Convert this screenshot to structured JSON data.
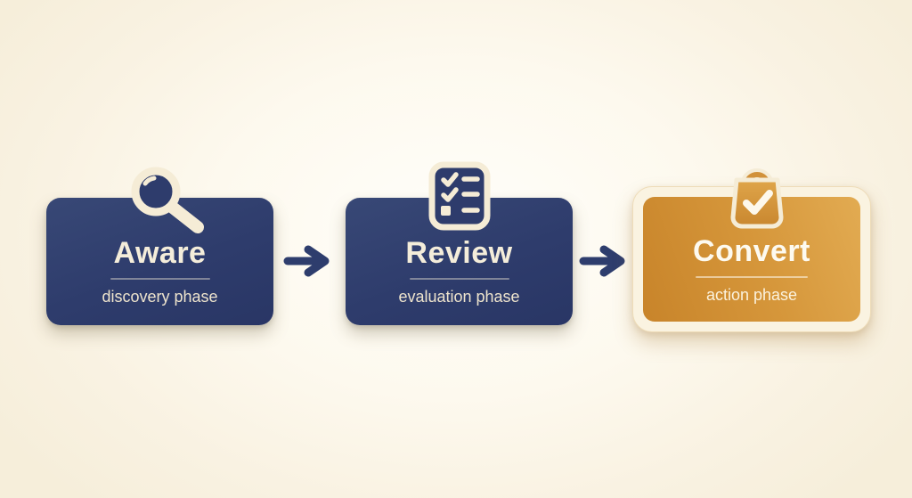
{
  "diagram": {
    "type": "process-flow",
    "direction": "left-to-right",
    "steps": [
      {
        "id": "aware",
        "label": "Aware",
        "sublabel": "discovery phase",
        "icon": "search-icon",
        "theme": "navy"
      },
      {
        "id": "review",
        "label": "Review",
        "sublabel": "evaluation phase",
        "icon": "checklist-icon",
        "theme": "navy"
      },
      {
        "id": "convert",
        "label": "Convert",
        "sublabel": "action phase",
        "icon": "shopping-bag-check-icon",
        "theme": "gold"
      }
    ],
    "connectors": [
      {
        "from": "aware",
        "to": "review",
        "icon": "arrow-right-icon"
      },
      {
        "from": "review",
        "to": "convert",
        "icon": "arrow-right-icon"
      }
    ],
    "colors": {
      "background_center": "#fffefa",
      "background_edge": "#f6eeda",
      "navy_card": "#2e3c6c",
      "navy_card_light": "#384876",
      "gold_card_dark": "#c8842a",
      "gold_card_light": "#e2ab52",
      "gold_frame": "#faf3e1",
      "cream_text": "#f4edda",
      "white_text": "#fdfaf0",
      "arrow": "#2e3d6d",
      "icon_cream": "#f5ecd6"
    }
  }
}
